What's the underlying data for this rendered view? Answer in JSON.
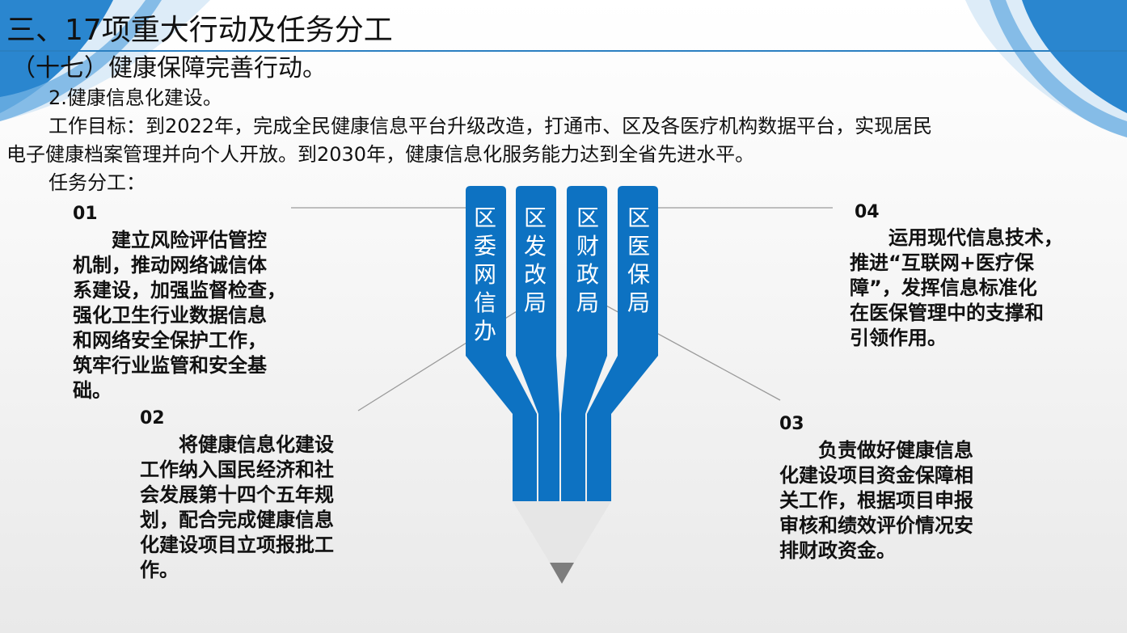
{
  "title": "三、17项重大行动及任务分工",
  "subtitle": "（十七）健康保障完善行动。",
  "section": "2.健康信息化建设。",
  "goal_line1": "工作目标：到2022年，完成全民健康信息平台升级改造，打通市、区及各医疗机构数据平台，实现居民",
  "goal_line2": "电子健康档案管理并向个人开放。到2030年，健康信息化服务能力达到全省先进水平。",
  "task_label": "任务分工：",
  "items": [
    {
      "num": "01",
      "lines": [
        "　　建立风险评估管控",
        "机制，推动网络诚信体",
        "系建设，加强监督检查，",
        "强化卫生行业数据信息",
        "和网络安全保护工作，",
        "筑牢行业监管和安全基",
        "础。"
      ]
    },
    {
      "num": "02",
      "lines": [
        "　　将健康信息化建设",
        "工作纳入国民经济和社",
        "会发展第十四个五年规",
        "划，配合完成健康信息",
        "化建设项目立项报批工",
        "作。"
      ]
    },
    {
      "num": "03",
      "lines": [
        "　　负责做好健康信息",
        "化建设项目资金保障相",
        "关工作，根据项目申报",
        "审核和绩效评价情况安",
        "排财政资金。"
      ]
    },
    {
      "num": "04",
      "lines": [
        "　　运用现代信息技术，",
        "推进“互联网+医疗保",
        "障”，发挥信息标准化",
        "在医保管理中的支撑和",
        "引领作用。"
      ]
    }
  ],
  "columns": [
    {
      "label": "区委网信办",
      "chars": [
        "区",
        "委",
        "网",
        "信",
        "办"
      ]
    },
    {
      "label": "区发改局",
      "chars": [
        "区",
        "发",
        "改",
        "局"
      ]
    },
    {
      "label": "区财政局",
      "chars": [
        "区",
        "财",
        "政",
        "局"
      ]
    },
    {
      "label": "区医保局",
      "chars": [
        "区",
        "医",
        "保",
        "局"
      ]
    }
  ],
  "colors": {
    "accent": "#0d72c2",
    "rule": "#2a7fc1",
    "tip": "#7d7d7d",
    "connector": "#9a9a9a"
  }
}
